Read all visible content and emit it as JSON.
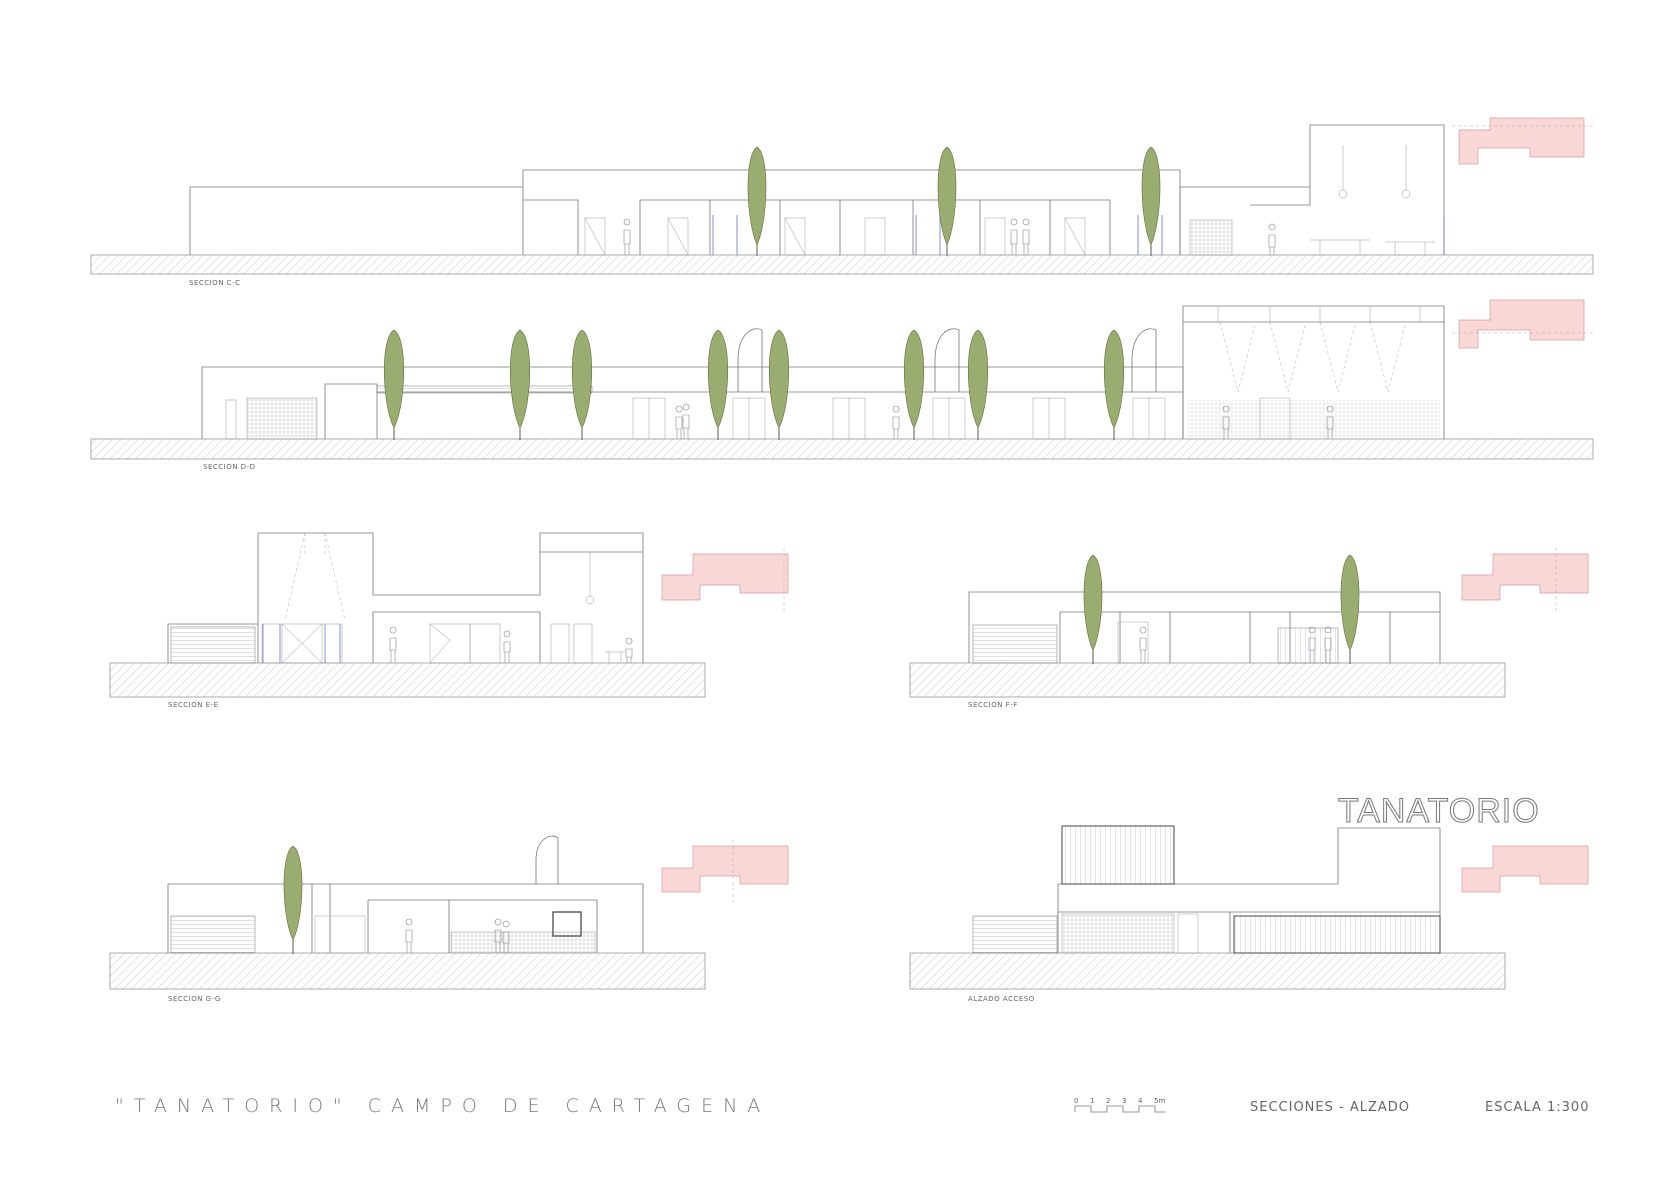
{
  "drawing": {
    "title": "\"TANATORIO\" CAMPO DE CARTAGENA",
    "sheet_subject": "SECCIONES - ALZADO",
    "scale_label": "ESCALA 1:300",
    "scale_bar_ticks": [
      "0",
      "1",
      "2",
      "3",
      "4",
      "5m"
    ]
  },
  "sections": [
    {
      "id": "c-c",
      "label": "SECCION C-C"
    },
    {
      "id": "d-d",
      "label": "SECCION D-D"
    },
    {
      "id": "e-e",
      "label": "SECCION E-E"
    },
    {
      "id": "f-f",
      "label": "SECCION F-F"
    },
    {
      "id": "g-g",
      "label": "SECCION G-G"
    },
    {
      "id": "alzado",
      "label": "ALZADO ACCESO"
    }
  ],
  "facade_sign": "TANATORIO",
  "colors": {
    "trees": "#9aac6f",
    "key_plan": "#f9d7d6",
    "glazing": "#6a76c9",
    "linework": "#777777"
  }
}
